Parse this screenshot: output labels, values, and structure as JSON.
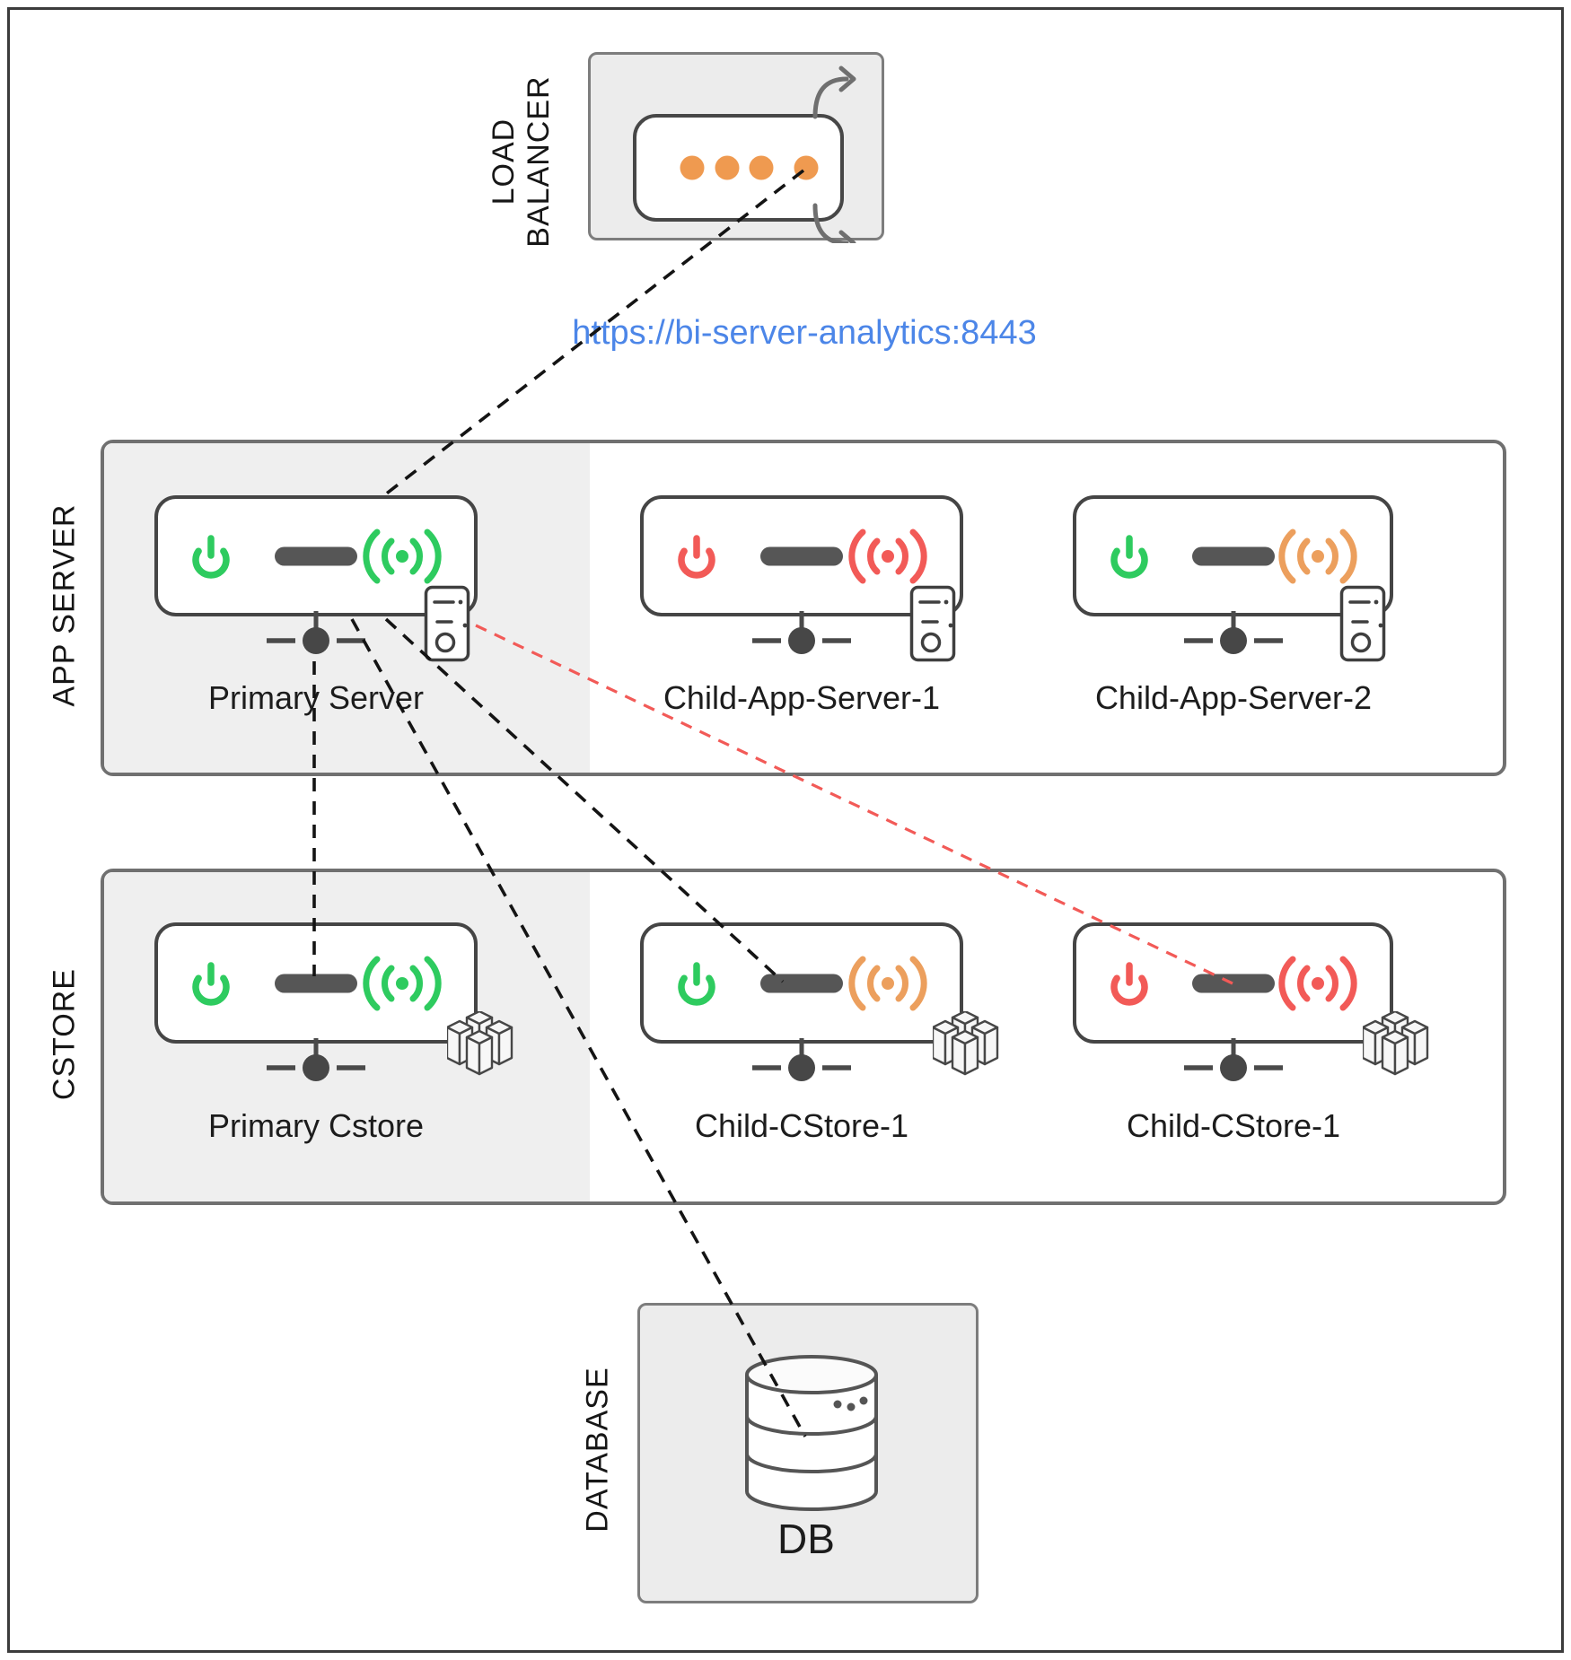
{
  "diagram": {
    "load_balancer": {
      "label": "LOAD\nBALANCER",
      "url": "https://bi-server-analytics:8443"
    },
    "app_server": {
      "label": "APP SERVER",
      "nodes": [
        {
          "name": "Primary Server",
          "power": "green",
          "signal": "green"
        },
        {
          "name": "Child-App-Server-1",
          "power": "red",
          "signal": "red"
        },
        {
          "name": "Child-App-Server-2",
          "power": "green",
          "signal": "orange"
        }
      ]
    },
    "cstore": {
      "label": "CSTORE",
      "nodes": [
        {
          "name": "Primary Cstore",
          "power": "green",
          "signal": "green"
        },
        {
          "name": "Child-CStore-1",
          "power": "green",
          "signal": "orange"
        },
        {
          "name": "Child-CStore-1",
          "power": "red",
          "signal": "red"
        }
      ]
    },
    "database": {
      "label": "DATABASE",
      "node_label": "DB"
    },
    "status_colors": {
      "green": "#2ecb5f",
      "red": "#f25a57",
      "orange": "#ec9f5d"
    },
    "connections": [
      {
        "from": "load-balancer",
        "to": "primary-server",
        "style": "black-dashed"
      },
      {
        "from": "primary-server",
        "to": "primary-cstore",
        "style": "black-dashed"
      },
      {
        "from": "primary-server",
        "to": "child-cstore-1",
        "style": "black-dashed"
      },
      {
        "from": "primary-server",
        "to": "db",
        "style": "black-dashed"
      },
      {
        "from": "primary-server",
        "to": "child-cstore-2",
        "style": "red-dashed"
      }
    ]
  }
}
